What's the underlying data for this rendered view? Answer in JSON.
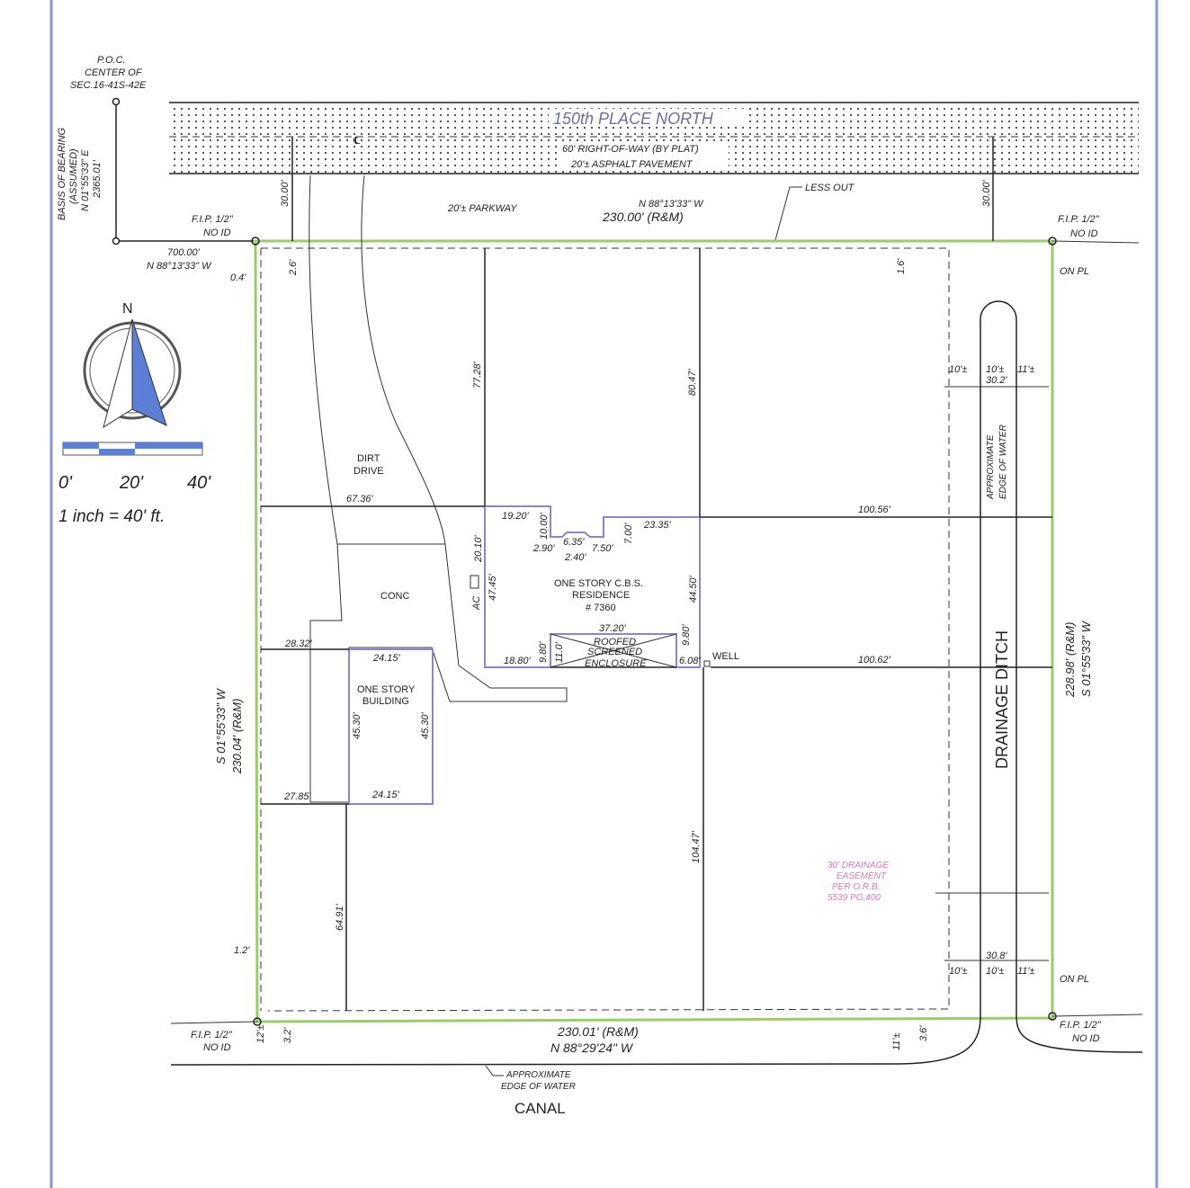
{
  "poc": {
    "line1": "P.O.C.",
    "line2": "CENTER OF",
    "line3": "SEC.16-41S-42E"
  },
  "basis": {
    "line1": "BASIS OF BEARING",
    "line2": "(ASSUMED)",
    "line3": "N 01°55'33\" E",
    "line4": "2365.01'"
  },
  "road": {
    "name": "150th PLACE NORTH",
    "row": "60' RIGHT-OF-WAY (BY PLAT)",
    "pavement": "20'± ASPHALT PAVEMENT",
    "centerline": "℄",
    "parkway": "20'± PARKWAY",
    "less_out": "LESS OUT"
  },
  "north_line": {
    "bearing": "N 88°13'33\" W",
    "distance": "230.00' (R&M)"
  },
  "south_line": {
    "distance": "230.01' (R&M)",
    "bearing": "N 88°29'24\" W"
  },
  "west_line": {
    "bearing": "S 01°55'33\" W",
    "distance": "230.04' (R&M)"
  },
  "east_line": {
    "distance": "228.98' (R&M)",
    "bearing": "S 01°55'33\" W"
  },
  "tie": {
    "distance": "700.00'",
    "bearing": "N 88°13'33\" W"
  },
  "monuments": {
    "fip": "F.I.P. 1/2\"",
    "noid": "NO ID",
    "on_pl": "ON PL"
  },
  "north_arrow": {
    "label": "N"
  },
  "scale": {
    "t0": "0'",
    "t20": "20'",
    "t40": "40'",
    "ratio": "1 inch = 40' ft."
  },
  "labels": {
    "dirt_drive1": "DIRT",
    "dirt_drive2": "DRIVE",
    "conc": "CONC",
    "residence1": "ONE STORY C.B.S.",
    "residence2": "RESIDENCE",
    "residence3": "# 7360",
    "enclosure1": "ROOFED",
    "enclosure2": "SCREENED",
    "enclosure3": "ENCLOSURE",
    "building1": "ONE STORY",
    "building2": "BUILDING",
    "well": "WELL",
    "ac": "AC",
    "ditch": "DRAINAGE DITCH",
    "edge_water1": "APPROXIMATE",
    "edge_water2": "EDGE OF WATER",
    "canal": "CANAL",
    "easement1": "30' DRAINAGE",
    "easement2": "EASEMENT",
    "easement3": "PER O.R.B.",
    "easement4": "5539 PG.400"
  },
  "dims": {
    "d30a": "30.00'",
    "d30b": "30.00'",
    "d26": "2.6'",
    "d04": "0.4'",
    "d16": "1.6'",
    "d7728": "77.28'",
    "d8047": "80.47'",
    "d6736": "67.36'",
    "d10056": "100.56'",
    "d10062": "100.62'",
    "d1920": "19.20'",
    "d1000": "10.00'",
    "d635": "6.35'",
    "d290": "2.90'",
    "d240": "2.40'",
    "d750": "7.50'",
    "d700": "7.00'",
    "d2335": "23.35'",
    "d2010": "20.10'",
    "d4745": "47.45'",
    "d4450": "44.50'",
    "d3720": "37.20'",
    "d1880": "18.80'",
    "d980a": "9.80'",
    "d110": "11.0'",
    "d980b": "9.80'",
    "d608": "6.08'",
    "d2832": "28.32'",
    "d2415a": "24.15'",
    "d4530a": "45.30'",
    "d4530b": "45.30'",
    "d2785": "27.85'",
    "d2415b": "24.15'",
    "d6491": "64.91'",
    "d10447": "104.47'",
    "d12": "1.2'",
    "d12pm": "12'±",
    "d32": "3.2'",
    "d11pm": "11'±",
    "d36": "3.6'",
    "d10pm1": "10'±",
    "d10pm2": "10'±",
    "d11pm2": "11'±",
    "d302": "30.2'",
    "d10pm3": "10'±",
    "d10pm4": "10'±",
    "d11pm3": "11'±",
    "d308": "30.8'"
  }
}
